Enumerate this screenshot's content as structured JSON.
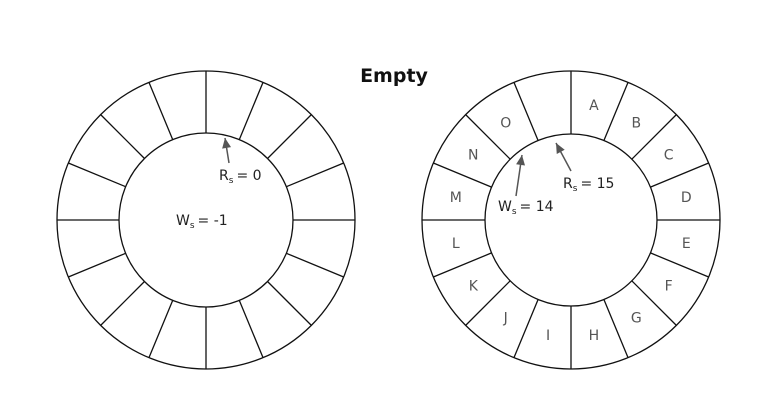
{
  "title": "Empty",
  "colors": {
    "stroke": "#111111",
    "label": "#555555",
    "arrow": "#555555"
  },
  "buffers": [
    {
      "id": "left",
      "slots": 16,
      "slot_labels": [],
      "pointers": [
        {
          "name": "R",
          "sub": "s",
          "value": "= 0",
          "has_arrow": true
        },
        {
          "name": "W",
          "sub": "s",
          "value": "= -1",
          "has_arrow": false
        }
      ]
    },
    {
      "id": "right",
      "slots": 16,
      "slot_labels": [
        "A",
        "B",
        "C",
        "D",
        "E",
        "F",
        "G",
        "H",
        "I",
        "J",
        "K",
        "L",
        "M",
        "N",
        "O",
        ""
      ],
      "pointers": [
        {
          "name": "R",
          "sub": "s",
          "value": "= 15",
          "has_arrow": true
        },
        {
          "name": "W",
          "sub": "s",
          "value": "= 14",
          "has_arrow": true
        }
      ]
    }
  ]
}
